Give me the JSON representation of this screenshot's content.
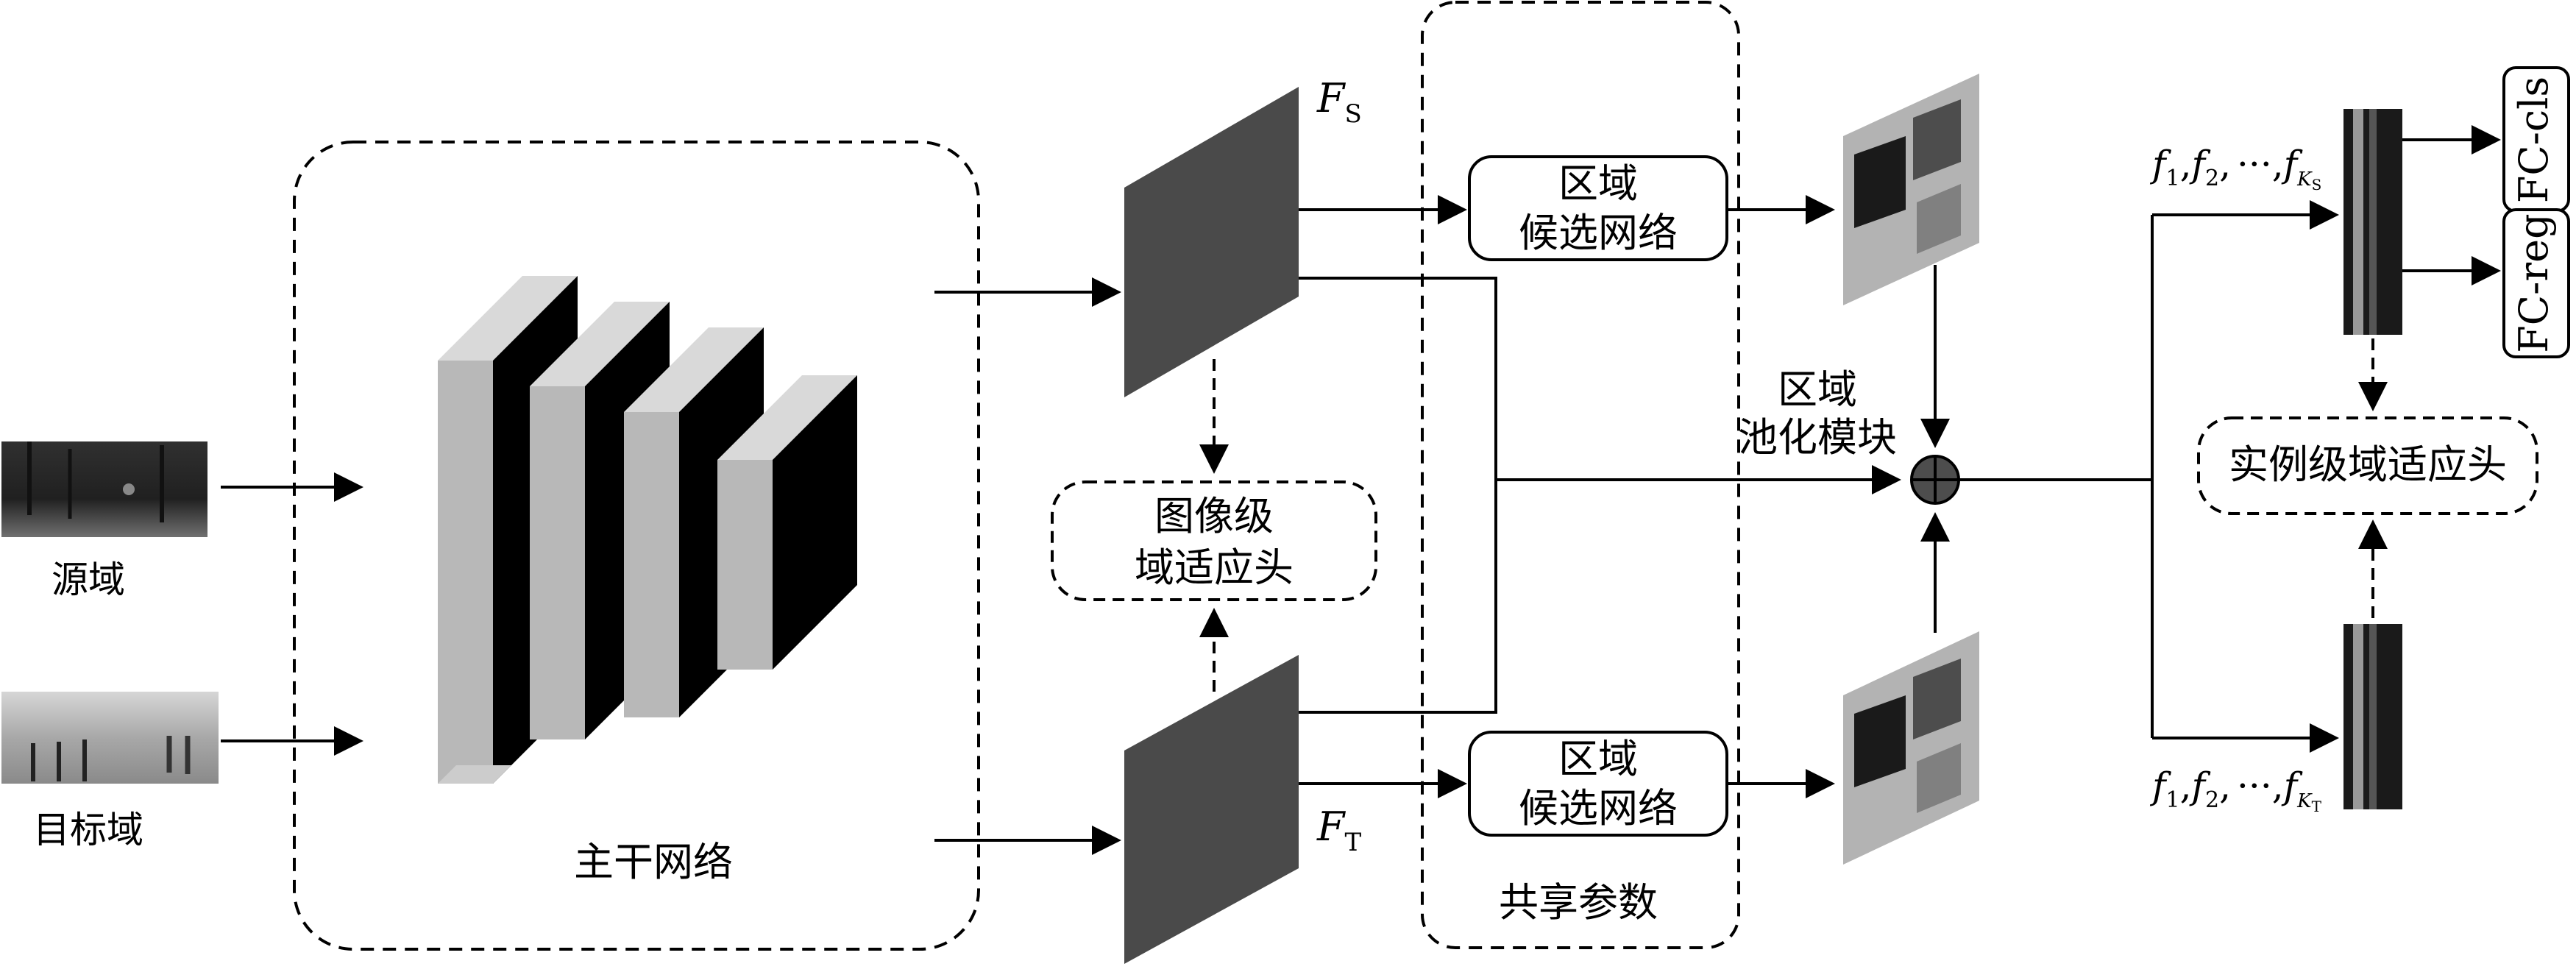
{
  "inputs": {
    "source_label": "源域",
    "target_label": "目标域"
  },
  "backbone": {
    "label": "主干网络"
  },
  "features": {
    "source": "F",
    "source_sub": "S",
    "target": "F",
    "target_sub": "T"
  },
  "image_head": {
    "line1": "图像级",
    "line2": "域适应头"
  },
  "shared": {
    "label": "共享参数"
  },
  "rpn": {
    "line1": "区域",
    "line2": "候选网络"
  },
  "roi_pool": {
    "line1": "区域",
    "line2": "池化模块"
  },
  "instance_head": {
    "label": "实例级域适应头"
  },
  "outputs": {
    "cls": "FC-cls",
    "reg": "FC-reg"
  },
  "feature_vectors": {
    "f1": "f",
    "f1_sub": "1",
    "sep": ",",
    "f2": "f",
    "f2_sub": "2",
    "dots": "···",
    "fk": "f",
    "fk_sub": "K",
    "src_sub2": "S",
    "tgt_sub2": "T"
  },
  "colors": {
    "feature_map": "#4a4a4a",
    "roi_bg": "#b3b3b3",
    "roi_dark": "#1a1a1a",
    "roi_mid": "#4d4d4d",
    "roi_light": "#808080",
    "block_front": "#b8b8b8",
    "block_side": "#000000",
    "block_top": "#d9d9d9"
  }
}
